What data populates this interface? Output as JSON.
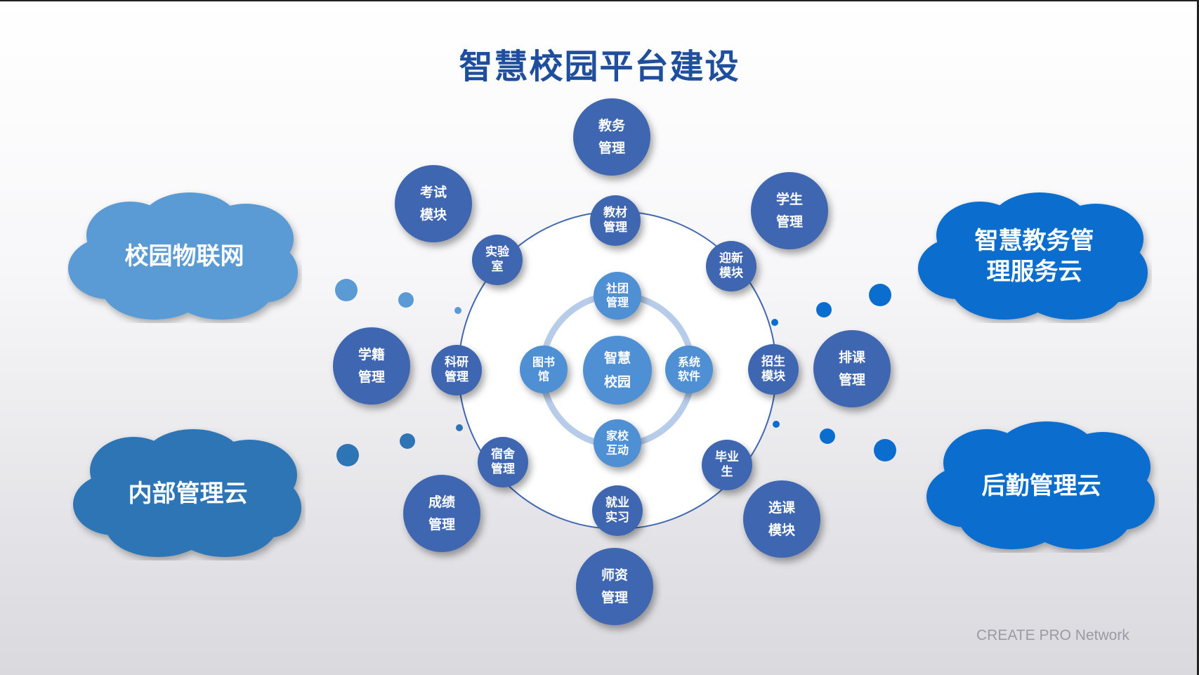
{
  "title": "智慧校园平台建设",
  "center": "智慧\n校园",
  "inner_nodes": [
    {
      "key": "shetuan",
      "label": "社团\n管理"
    },
    {
      "key": "tushuguan",
      "label": "图书\n馆"
    },
    {
      "key": "xitong",
      "label": "系统\n软件"
    },
    {
      "key": "jiaxiao",
      "label": "家校\n互动"
    }
  ],
  "ring_nodes": [
    {
      "key": "jiaocai",
      "label": "教材\n管理"
    },
    {
      "key": "shiyanshi",
      "label": "实验\n室"
    },
    {
      "key": "yingxin",
      "label": "迎新\n模块"
    },
    {
      "key": "keyan",
      "label": "科研\n管理"
    },
    {
      "key": "zhaosheng",
      "label": "招生\n模块"
    },
    {
      "key": "sushe",
      "label": "宿舍\n管理"
    },
    {
      "key": "biye",
      "label": "毕业\n生"
    },
    {
      "key": "jiuye",
      "label": "就业\n实习"
    }
  ],
  "outer_nodes": [
    {
      "key": "jiaowu",
      "label": "教务\n管理"
    },
    {
      "key": "kaoshi",
      "label": "考试\n模块"
    },
    {
      "key": "xuesheng",
      "label": "学生\n管理"
    },
    {
      "key": "xueji",
      "label": "学籍\n管理"
    },
    {
      "key": "paike",
      "label": "排课\n管理"
    },
    {
      "key": "chengji",
      "label": "成绩\n管理"
    },
    {
      "key": "xuanke",
      "label": "选课\n模块"
    },
    {
      "key": "shizi",
      "label": "师资\n管理"
    }
  ],
  "clouds": [
    {
      "key": "wulianwang",
      "label": "校园物联网",
      "color": "#5b9bd5"
    },
    {
      "key": "neibu",
      "label": "内部管理云",
      "color": "#2e75b6"
    },
    {
      "key": "jiaowuyun",
      "label": "智慧教务管\n理服务云",
      "color": "#0b6ecf"
    },
    {
      "key": "houqin",
      "label": "后勤管理云",
      "color": "#0b6ecf"
    }
  ],
  "colors": {
    "title": "#1f4e9c",
    "outer_node": "#3f66b0",
    "inner_node": "#4f8fd3",
    "ring_line": "#3f66b0",
    "inner_ring": "#b7cce8"
  },
  "watermark": "CREATE PRO Network"
}
